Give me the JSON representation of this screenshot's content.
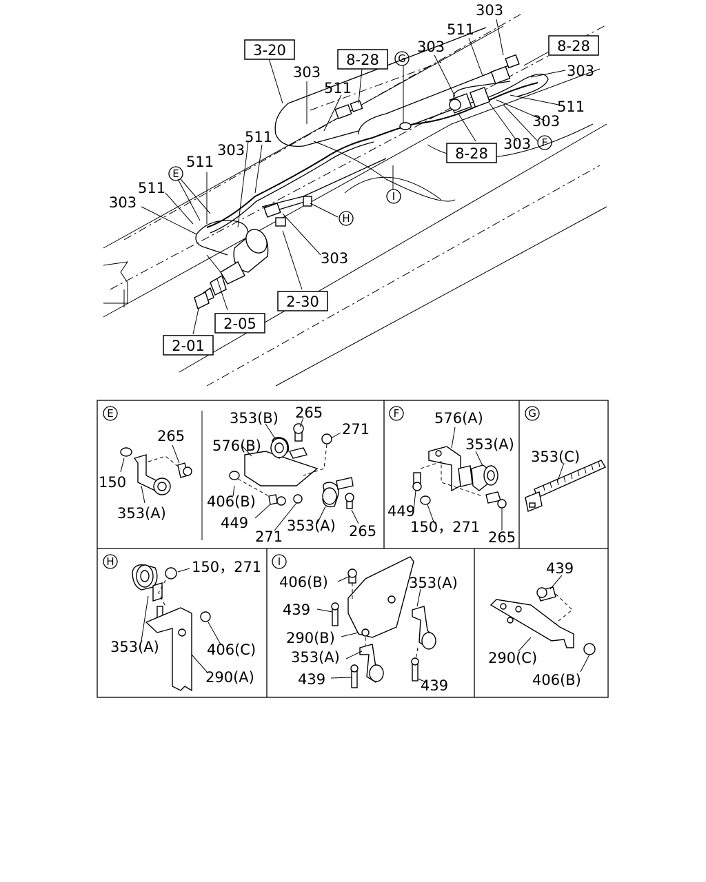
{
  "main": {
    "refs": {
      "r320": "3-20",
      "r828a": "8-28",
      "r828b": "8-28",
      "r828c": "8-28",
      "r230": "2-30",
      "r205": "2-05",
      "r201": "2-01"
    },
    "callouts": {
      "c303_top": "303",
      "c511_top": "511",
      "c303_b": "303",
      "c303_c": "303",
      "c511_c": "511",
      "c303_right": "303",
      "c511_right": "511",
      "c303_r2": "303",
      "c303_r3": "303",
      "c511_mid": "511",
      "c303_mid": "303",
      "c511_e": "511",
      "c511_left": "511",
      "c303_left": "303",
      "c303_low": "303"
    },
    "markers": {
      "E": "E",
      "F": "F",
      "G": "G",
      "H": "H",
      "I": "I"
    }
  },
  "details": {
    "E": {
      "marker": "E",
      "labels": {
        "l265a": "265",
        "l150": "150",
        "l353a": "353(A)",
        "l353b": "353(B)",
        "l265b": "265",
        "l271a": "271",
        "l576b": "576(B)",
        "l406b": "406(B)",
        "l449": "449",
        "l271b": "271",
        "l353a2": "353(A)",
        "l265c": "265"
      }
    },
    "F": {
      "marker": "F",
      "labels": {
        "l576a": "576(A)",
        "l353a": "353(A)",
        "l449": "449",
        "l150_271": "150，271",
        "l265": "265"
      }
    },
    "G": {
      "marker": "G",
      "labels": {
        "l353c": "353(C)"
      }
    },
    "H": {
      "marker": "H",
      "labels": {
        "l150_271": "150，271",
        "l353a": "353(A)",
        "l406c": "406(C)",
        "l290a": "290(A)"
      }
    },
    "I": {
      "marker": "I",
      "labels": {
        "l406b": "406(B)",
        "l353a_r": "353(A)",
        "l439a": "439",
        "l290b": "290(B)",
        "l353a_l": "353(A)",
        "l439b": "439",
        "l439c": "439"
      }
    },
    "J": {
      "labels": {
        "l439": "439",
        "l290c": "290(C)",
        "l406b": "406(B)"
      }
    }
  }
}
